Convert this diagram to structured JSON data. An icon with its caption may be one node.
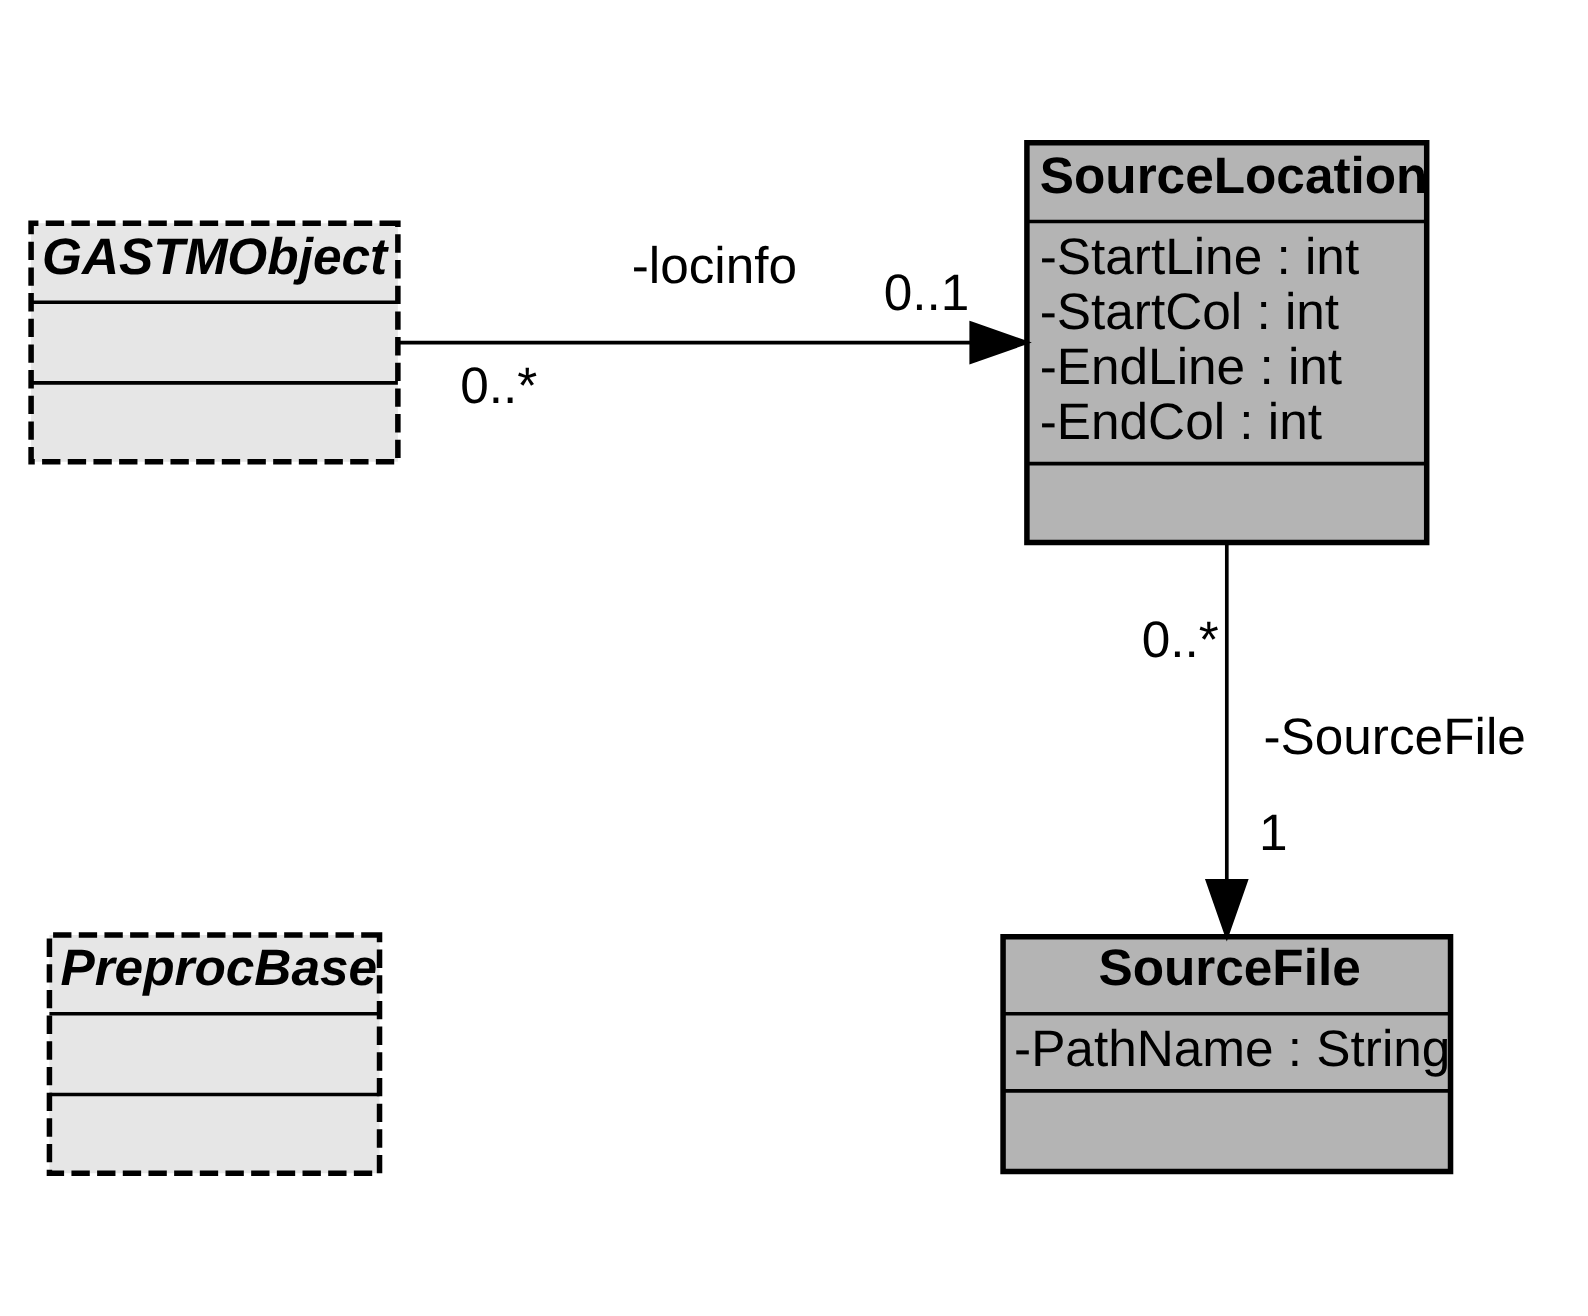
{
  "diagram": {
    "nodes": [
      {
        "text": [
          "GASTMObject"
        ]
      },
      {
        "text": [
          "SourceLocation",
          "-StartLine : int",
          "-StartCol : int",
          "-EndLine : int",
          "-EndCol : int"
        ]
      },
      {
        "text": [
          "PreprocBase"
        ]
      },
      {
        "text": [
          "SourceFile",
          "-PathName : String"
        ]
      }
    ],
    "edges": [
      {
        "from": 0,
        "to": 1,
        "arrow": "to",
        "label": "-locinfo"
      },
      {
        "from": 1,
        "to": 3,
        "arrow": "to",
        "label": "-SourceFile"
      }
    ],
    "labels": [
      "0..*",
      "0..1",
      "0..*",
      "1"
    ]
  }
}
